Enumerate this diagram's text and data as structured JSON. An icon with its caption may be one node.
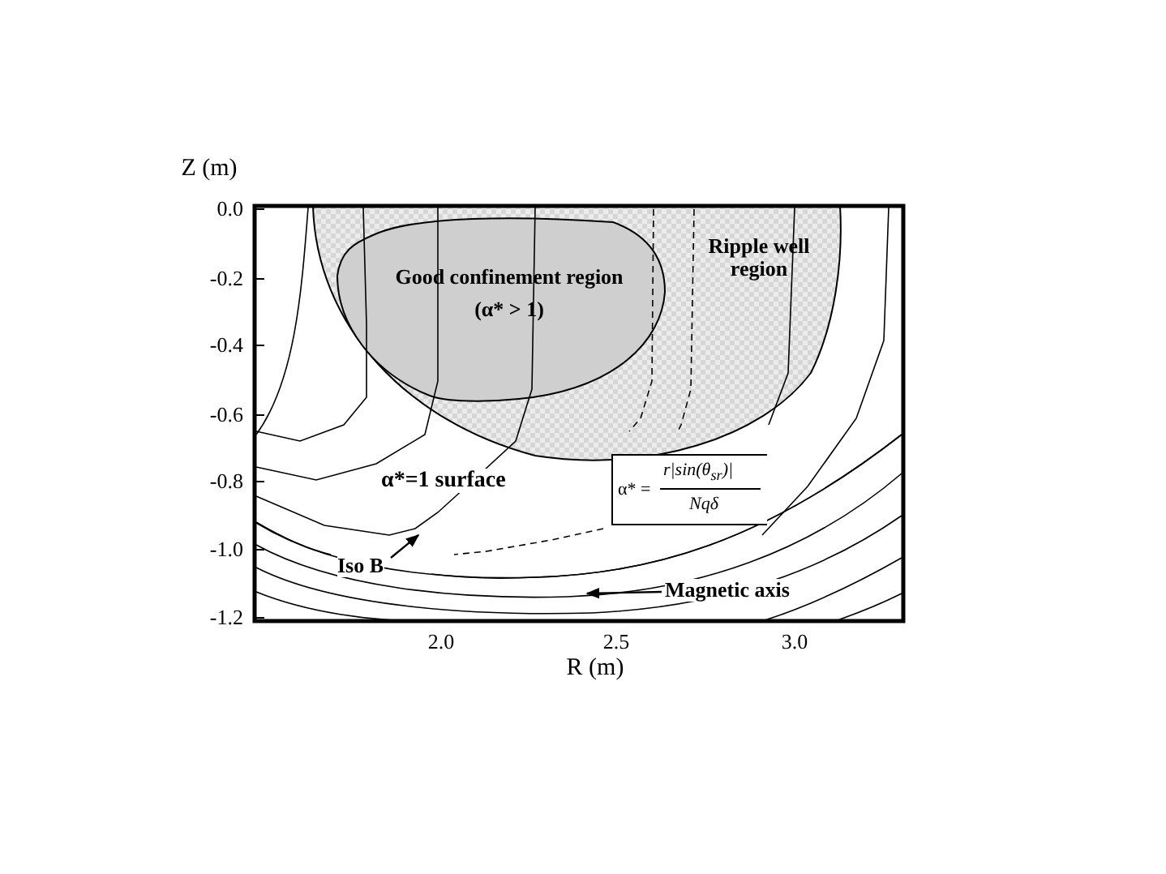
{
  "diagram": {
    "nodes": [
      {
        "text": [
          "Ripple well region"
        ]
      },
      {
        "text": [
          "Good confinement region",
          "(α* > 1)"
        ],
        "in": 0
      },
      {
        "text": [
          "α* =",
          "r|sin(θ$_{sr}$)|",
          "Nqδ"
        ]
      },
      {
        "text": [
          "Iso B"
        ]
      },
      {
        "text": [
          "Magnetic axis"
        ]
      }
    ],
    "edges": [
      {
        "from": 3,
        "to": null,
        "arrow": "to"
      },
      {
        "from": 4,
        "to": null,
        "arrow": "to"
      }
    ],
    "labels": [
      "Z (m)",
      "0.0",
      "-0.2",
      "-0.4",
      "-0.6",
      "-0.8",
      "-1.0",
      "-1.2",
      "α*=1 surface",
      "2.0",
      "2.5",
      "3.0",
      "R (m)"
    ]
  }
}
